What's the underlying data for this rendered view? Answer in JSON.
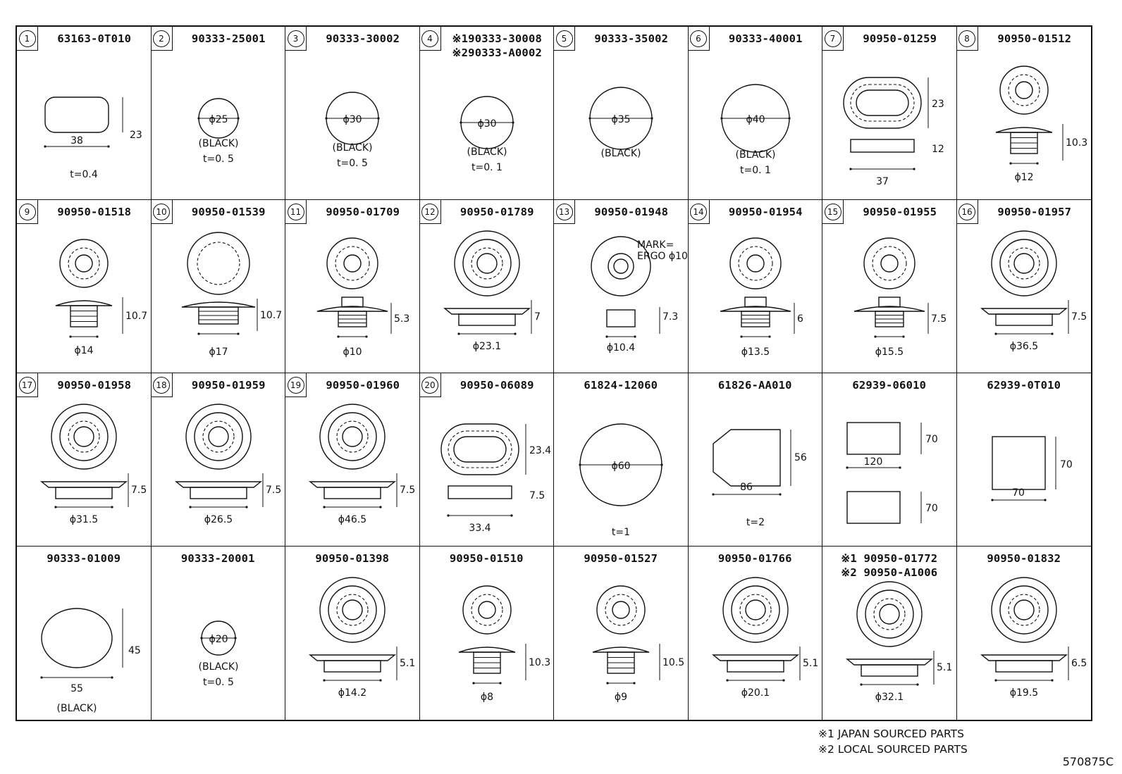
{
  "cells": [
    {
      "num": "1",
      "pn": "63163-0T010",
      "pn2": "",
      "dims": [
        "23",
        "38"
      ],
      "notes": [
        "t=0.4"
      ],
      "shape": "rounded-rect"
    },
    {
      "num": "2",
      "pn": "90333-25001",
      "pn2": "",
      "dims": [
        "ϕ25"
      ],
      "notes": [
        "(BLACK)",
        "t=0. 5"
      ],
      "shape": "disc-s"
    },
    {
      "num": "3",
      "pn": "90333-30002",
      "pn2": "",
      "dims": [
        "ϕ30"
      ],
      "notes": [
        "(BLACK)",
        "t=0. 5"
      ],
      "shape": "disc-m"
    },
    {
      "num": "4",
      "pn": "※190333-30008",
      "pn2": "※290333-A0002",
      "dims": [
        "ϕ30"
      ],
      "notes": [
        "(BLACK)",
        "t=0. 1"
      ],
      "shape": "disc-m"
    },
    {
      "num": "5",
      "pn": "90333-35002",
      "pn2": "",
      "dims": [
        "ϕ35"
      ],
      "notes": [
        "(BLACK)"
      ],
      "shape": "disc-l"
    },
    {
      "num": "6",
      "pn": "90333-40001",
      "pn2": "",
      "dims": [
        "ϕ40"
      ],
      "notes": [
        "(BLACK)",
        "t=0. 1"
      ],
      "shape": "disc-xl"
    },
    {
      "num": "7",
      "pn": "90950-01259",
      "pn2": "",
      "dims": [
        "23",
        "12",
        "37"
      ],
      "notes": [],
      "shape": "oval-grommet"
    },
    {
      "num": "8",
      "pn": "90950-01512",
      "pn2": "",
      "dims": [
        "10.3",
        "ϕ12"
      ],
      "notes": [],
      "shape": "plug"
    },
    {
      "num": "9",
      "pn": "90950-01518",
      "pn2": "",
      "dims": [
        "10.7",
        "ϕ14"
      ],
      "notes": [],
      "shape": "plug"
    },
    {
      "num": "10",
      "pn": "90950-01539",
      "pn2": "",
      "dims": [
        "10.7",
        "ϕ17"
      ],
      "notes": [],
      "shape": "plug-wide"
    },
    {
      "num": "11",
      "pn": "90950-01709",
      "pn2": "",
      "dims": [
        "5.3",
        "ϕ10"
      ],
      "notes": [],
      "shape": "boss"
    },
    {
      "num": "12",
      "pn": "90950-01789",
      "pn2": "",
      "dims": [
        "7",
        "ϕ23.1"
      ],
      "notes": [],
      "shape": "grommet"
    },
    {
      "num": "13",
      "pn": "90950-01948",
      "pn2": "",
      "dims": [
        "MARK=",
        "ERGO ϕ10",
        "7.3",
        "ϕ10.4"
      ],
      "notes": [],
      "shape": "mark"
    },
    {
      "num": "14",
      "pn": "90950-01954",
      "pn2": "",
      "dims": [
        "6",
        "ϕ13.5"
      ],
      "notes": [],
      "shape": "boss"
    },
    {
      "num": "15",
      "pn": "90950-01955",
      "pn2": "",
      "dims": [
        "7.5",
        "ϕ15.5"
      ],
      "notes": [],
      "shape": "boss"
    },
    {
      "num": "16",
      "pn": "90950-01957",
      "pn2": "",
      "dims": [
        "7.5",
        "ϕ36.5"
      ],
      "notes": [],
      "shape": "grommet"
    },
    {
      "num": "17",
      "pn": "90950-01958",
      "pn2": "",
      "dims": [
        "7.5",
        "ϕ31.5"
      ],
      "notes": [],
      "shape": "grommet"
    },
    {
      "num": "18",
      "pn": "90950-01959",
      "pn2": "",
      "dims": [
        "7.5",
        "ϕ26.5"
      ],
      "notes": [],
      "shape": "grommet"
    },
    {
      "num": "19",
      "pn": "90950-01960",
      "pn2": "",
      "dims": [
        "7.5",
        "ϕ46.5"
      ],
      "notes": [],
      "shape": "grommet"
    },
    {
      "num": "20",
      "pn": "90950-06089",
      "pn2": "",
      "dims": [
        "23.4",
        "7.5",
        "33.4"
      ],
      "notes": [],
      "shape": "oval-grommet2"
    },
    {
      "num": "",
      "pn": "61824-12060",
      "pn2": "",
      "dims": [
        "ϕ60"
      ],
      "notes": [
        "t=1"
      ],
      "shape": "disc-xxl"
    },
    {
      "num": "",
      "pn": "61826-AA010",
      "pn2": "",
      "dims": [
        "56",
        "86"
      ],
      "notes": [
        "t=2"
      ],
      "shape": "pentagon"
    },
    {
      "num": "",
      "pn": "62939-06010",
      "pn2": "",
      "dims": [
        "70",
        "120",
        "70"
      ],
      "notes": [],
      "shape": "two-rects"
    },
    {
      "num": "",
      "pn": "62939-0T010",
      "pn2": "",
      "dims": [
        "70",
        "70"
      ],
      "notes": [],
      "shape": "square"
    },
    {
      "num": "",
      "pn": "90333-01009",
      "pn2": "",
      "dims": [
        "45",
        "55"
      ],
      "notes": [
        "(BLACK)"
      ],
      "shape": "ellipse"
    },
    {
      "num": "",
      "pn": "90333-20001",
      "pn2": "",
      "dims": [
        "ϕ20"
      ],
      "notes": [
        "(BLACK)",
        "t=0. 5"
      ],
      "shape": "disc-xs"
    },
    {
      "num": "",
      "pn": "90950-01398",
      "pn2": "",
      "dims": [
        "5.1",
        "ϕ14.2"
      ],
      "notes": [],
      "shape": "grommet"
    },
    {
      "num": "",
      "pn": "90950-01510",
      "pn2": "",
      "dims": [
        "10.3",
        "ϕ8"
      ],
      "notes": [],
      "shape": "plug"
    },
    {
      "num": "",
      "pn": "90950-01527",
      "pn2": "",
      "dims": [
        "10.5",
        "ϕ9"
      ],
      "notes": [],
      "shape": "plug"
    },
    {
      "num": "",
      "pn": "90950-01766",
      "pn2": "",
      "dims": [
        "5.1",
        "ϕ20.1"
      ],
      "notes": [],
      "shape": "grommet"
    },
    {
      "num": "",
      "pn": "※1 90950-01772",
      "pn2": "※2 90950-A1006",
      "dims": [
        "5.1",
        "ϕ32.1"
      ],
      "notes": [],
      "shape": "grommet"
    },
    {
      "num": "",
      "pn": "90950-01832",
      "pn2": "",
      "dims": [
        "6.5",
        "ϕ19.5"
      ],
      "notes": [],
      "shape": "grommet"
    }
  ],
  "footnotes": [
    "※1 JAPAN SOURCED PARTS",
    "※2 LOCAL SOURCED PARTS"
  ],
  "doc_code": "570875C"
}
